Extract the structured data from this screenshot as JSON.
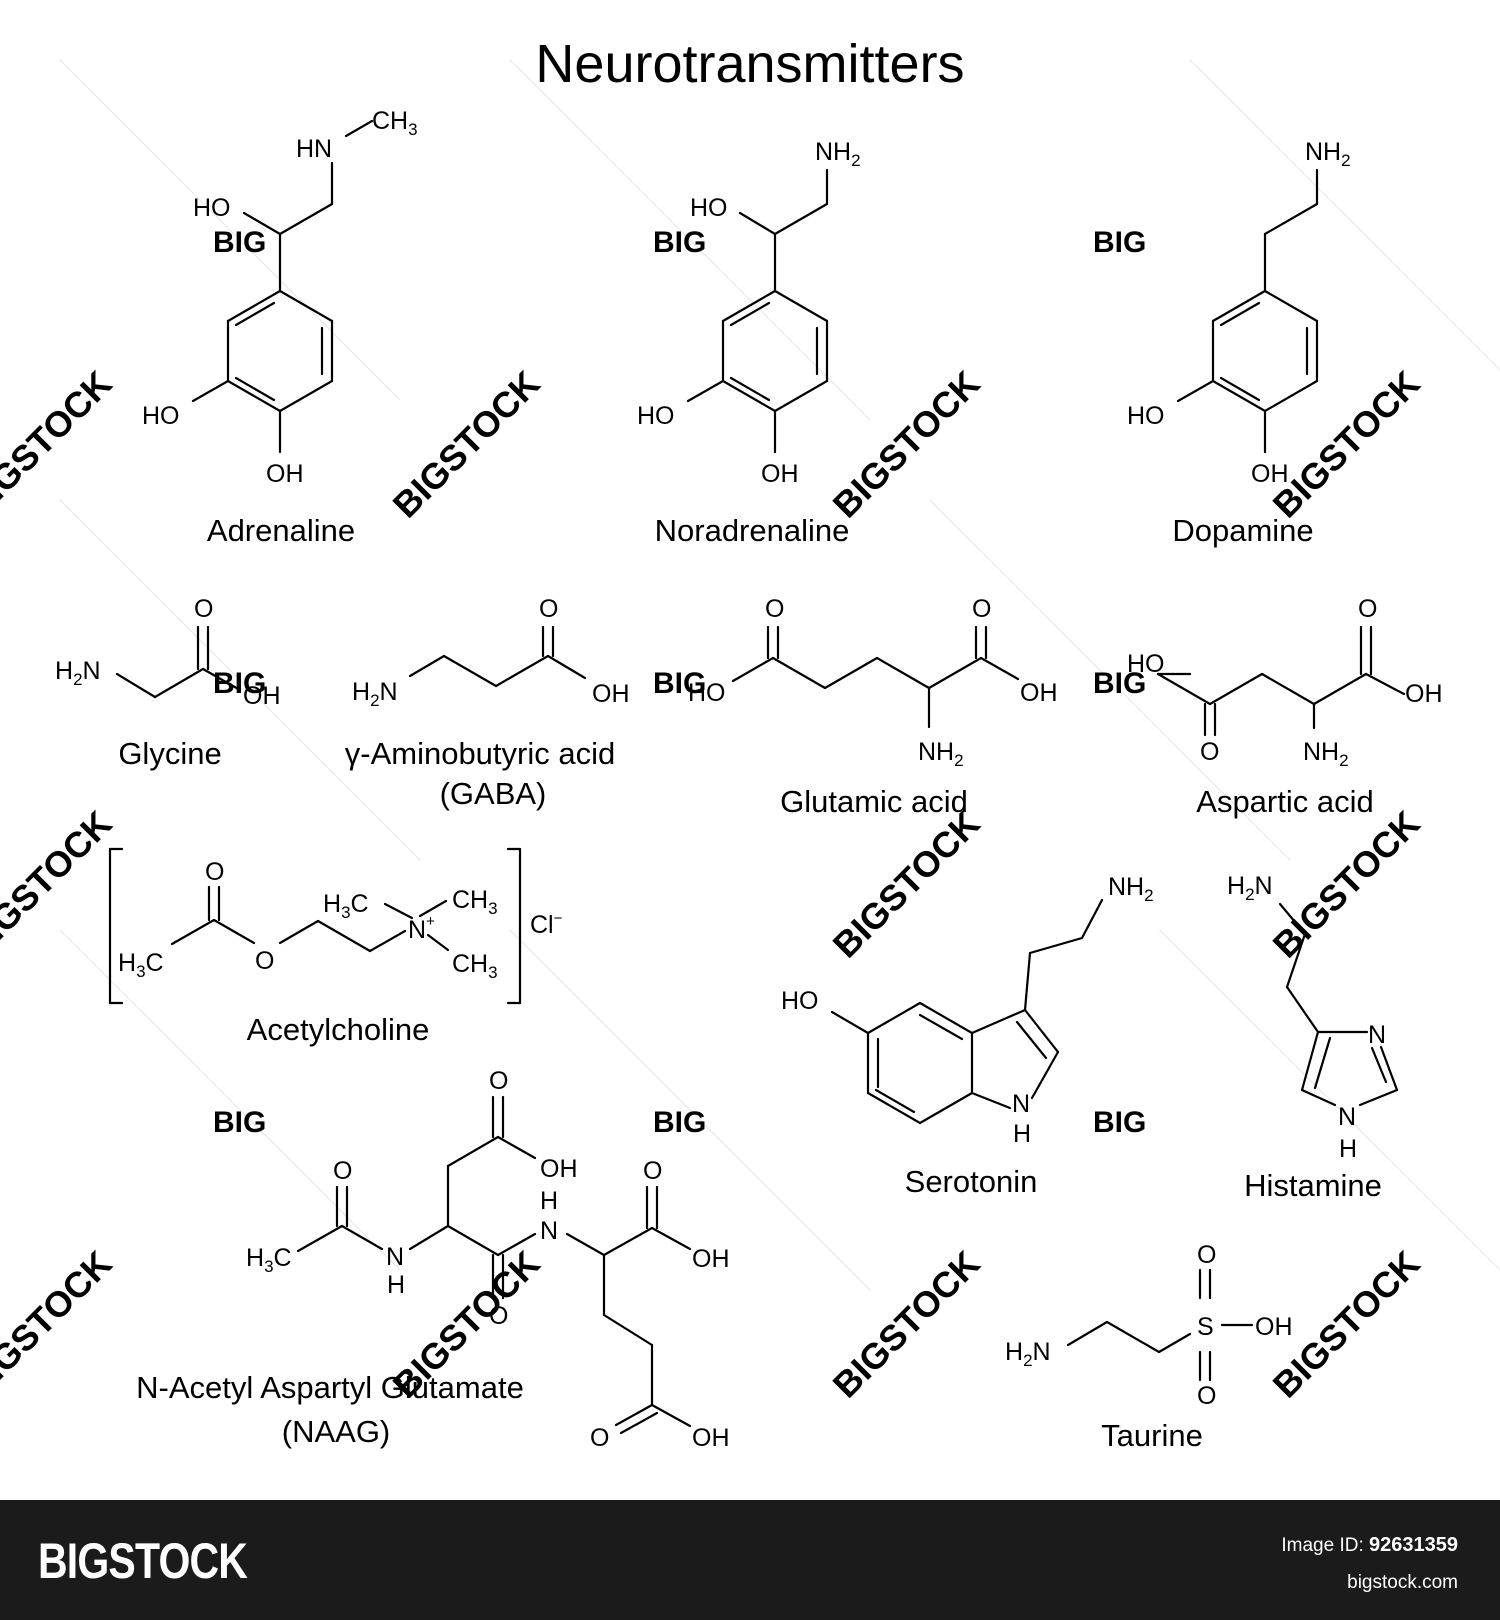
{
  "title": "Neurotransmitters",
  "molecules": {
    "adrenaline": "Adrenaline",
    "noradrenaline": "Noradrenaline",
    "dopamine": "Dopamine",
    "glycine": "Glycine",
    "gaba": "γ-Aminobutyric acid",
    "gaba_abbr": "(GABA)",
    "glutamic_acid": "Glutamic acid",
    "aspartic_acid": "Aspartic acid",
    "acetylcholine": "Acetylcholine",
    "serotonin": "Serotonin",
    "histamine": "Histamine",
    "naag": "N-Acetyl Aspartyl Glutamate",
    "naag_abbr": "(NAAG)",
    "taurine": "Taurine"
  },
  "watermark": {
    "short": "BIG",
    "long": "BIGSTOCK"
  },
  "footer": {
    "logo": "BIGSTOCK",
    "image_id_label": "Image ID:",
    "image_id": "92631359",
    "site": "bigstock.com"
  }
}
